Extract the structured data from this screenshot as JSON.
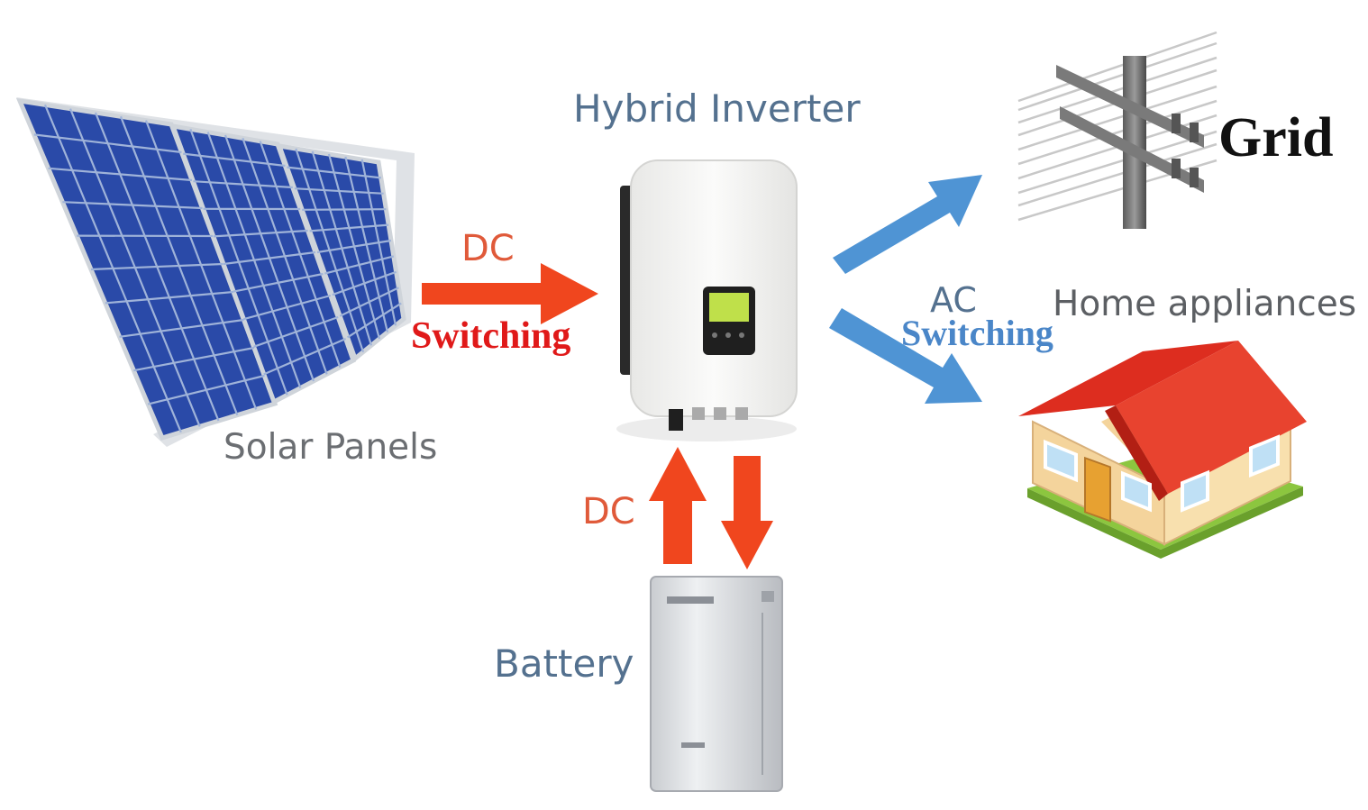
{
  "labels": {
    "hybrid_inverter": "Hybrid Inverter",
    "solar_panels": "Solar Panels",
    "battery": "Battery",
    "home_appliances": "Home appliances",
    "grid": "Grid",
    "dc_top": "DC",
    "dc_bottom": "DC",
    "ac": "AC",
    "switching_dc": "Switching",
    "switching_ac": "Switching"
  },
  "colors": {
    "dc_arrow": "#f0461e",
    "ac_arrow": "#4f94d4",
    "panel_cell": "#1f3c9c",
    "roof": "#dd2d1f",
    "wall": "#f4d49c",
    "grass": "#8cc63f",
    "door": "#e7a131"
  },
  "icons": {
    "solar": "solar-panel-icon",
    "inverter": "inverter-icon",
    "battery": "battery-icon",
    "house": "house-icon",
    "grid": "power-pole-icon"
  }
}
